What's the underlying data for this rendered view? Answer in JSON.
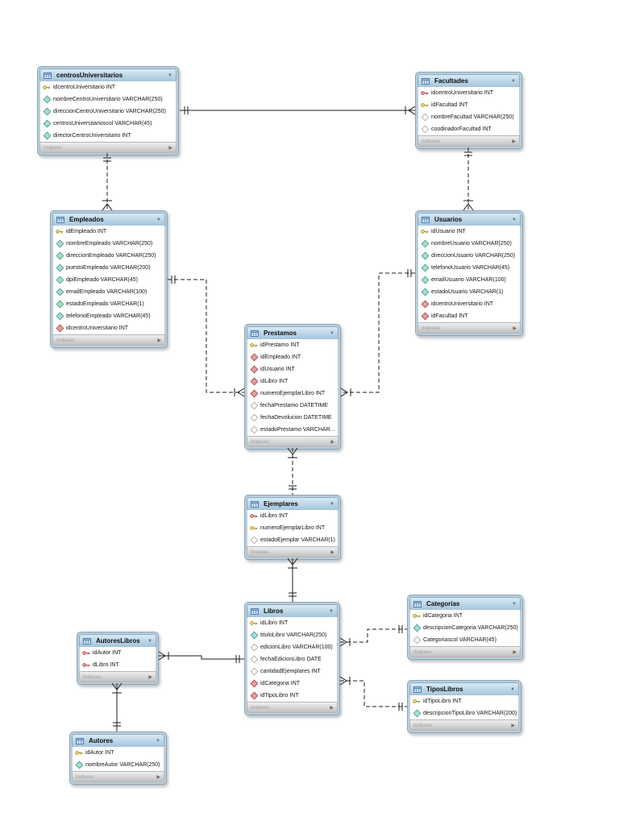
{
  "footer_label": "Indexes",
  "icons": {
    "collapse": "▼",
    "expand": "▶",
    "primary_key": "yellow-key",
    "foreign_primary_key": "red-key",
    "attribute": "teal-diamond",
    "nullable_attribute": "white-diamond",
    "foreign_key": "red-diamond"
  },
  "colors": {
    "table_header": "#a4c5dc",
    "table_frame": "#b9cfdd",
    "footer_gray": "#c0c0c0",
    "relationship_line": "#1c1c1c",
    "background": "#ffffff"
  },
  "tables": {
    "centrosUniversitarios": {
      "title": "centrosUniversitarios",
      "fields": [
        {
          "icon": "primary-key",
          "text": "idcentroUniversitario INT"
        },
        {
          "icon": "attribute",
          "text": "nombreCentroUniversitario VARCHAR(250)"
        },
        {
          "icon": "attribute",
          "text": "direccionCentroUniversitario VARCHAR(250)"
        },
        {
          "icon": "attribute",
          "text": "centrosUniversitarioscol VARCHAR(45)"
        },
        {
          "icon": "attribute",
          "text": "directorCentroUniversitario INT"
        }
      ]
    },
    "Facultades": {
      "title": "Facultades",
      "fields": [
        {
          "icon": "foreign-primary-key",
          "text": "idcentroUniversitario INT"
        },
        {
          "icon": "primary-key",
          "text": "idFacultad INT"
        },
        {
          "icon": "nullable-attribute",
          "text": "nombreFacultad VARCHAR(250)"
        },
        {
          "icon": "nullable-attribute",
          "text": "coodinadorFacultad INT"
        }
      ]
    },
    "Empleados": {
      "title": "Empleados",
      "fields": [
        {
          "icon": "primary-key",
          "text": "idEmpleado INT"
        },
        {
          "icon": "attribute",
          "text": "nombreEmpleado VARCHAR(250)"
        },
        {
          "icon": "attribute",
          "text": "direccionEmpleado VARCHAR(250)"
        },
        {
          "icon": "attribute",
          "text": "puestoEmpleado VARCHAR(200)"
        },
        {
          "icon": "attribute",
          "text": "dpiEmpleado VARCHAR(45)"
        },
        {
          "icon": "attribute",
          "text": "emailEmpleado VARCHAR(100)"
        },
        {
          "icon": "attribute",
          "text": "estadoEmpleado VARCHAR(1)"
        },
        {
          "icon": "attribute",
          "text": "telefonoEmpleado VARCHAR(45)"
        },
        {
          "icon": "foreign-key",
          "text": "idcentroUniversitario INT"
        }
      ]
    },
    "Usuarios": {
      "title": "Usuarios",
      "fields": [
        {
          "icon": "primary-key",
          "text": "idUsuario INT"
        },
        {
          "icon": "attribute",
          "text": "nombreUsuario VARCHAR(250)"
        },
        {
          "icon": "attribute",
          "text": "direccionUsuario VARCHAR(250)"
        },
        {
          "icon": "attribute",
          "text": "telefonoUsuario VARCHAR(45)"
        },
        {
          "icon": "attribute",
          "text": "emailUsuario VARCHAR(100)"
        },
        {
          "icon": "attribute",
          "text": "estadoUsuario VARCHAR(1)"
        },
        {
          "icon": "foreign-key",
          "text": "idcentroUniversitario INT"
        },
        {
          "icon": "foreign-key",
          "text": "idFacultad INT"
        }
      ]
    },
    "Prestamos": {
      "title": "Prestamos",
      "fields": [
        {
          "icon": "primary-key",
          "text": "idPrestamo INT"
        },
        {
          "icon": "foreign-key",
          "text": "idEmpleado INT"
        },
        {
          "icon": "foreign-key",
          "text": "idUsuario INT"
        },
        {
          "icon": "foreign-key",
          "text": "idLibro INT"
        },
        {
          "icon": "foreign-key",
          "text": "numeroEjemplarLibro INT"
        },
        {
          "icon": "nullable-attribute",
          "text": "fechaPrestamo DATETIME"
        },
        {
          "icon": "nullable-attribute",
          "text": "fechaDevolucion DATETIME"
        },
        {
          "icon": "nullable-attribute",
          "text": "estadoPrestamo VARCHAR..."
        }
      ]
    },
    "Ejemplares": {
      "title": "Ejemplares",
      "fields": [
        {
          "icon": "foreign-primary-key",
          "text": "idLibro INT"
        },
        {
          "icon": "primary-key",
          "text": "numeroEjemplarLibro INT"
        },
        {
          "icon": "nullable-attribute",
          "text": "estadoEjemplar VARCHAR(1)"
        }
      ]
    },
    "Libros": {
      "title": "Libros",
      "fields": [
        {
          "icon": "primary-key",
          "text": "idLibro INT"
        },
        {
          "icon": "attribute",
          "text": "tituloLibro VARCHAR(250)"
        },
        {
          "icon": "nullable-attribute",
          "text": "edicionLibro VARCHAR(100)"
        },
        {
          "icon": "nullable-attribute",
          "text": "fechaEdicionLibro DATE"
        },
        {
          "icon": "nullable-attribute",
          "text": "cantidadEjemplares INT"
        },
        {
          "icon": "foreign-key",
          "text": "idCategoria INT"
        },
        {
          "icon": "foreign-key",
          "text": "idTipoLibro INT"
        }
      ]
    },
    "Categorias": {
      "title": "Categorias",
      "fields": [
        {
          "icon": "primary-key",
          "text": "idCategoria INT"
        },
        {
          "icon": "attribute",
          "text": "descripcionCategoria VARCHAR(250)"
        },
        {
          "icon": "nullable-attribute",
          "text": "Categoriascol VARCHAR(45)"
        }
      ]
    },
    "TiposLibros": {
      "title": "TiposLibros",
      "fields": [
        {
          "icon": "primary-key",
          "text": "idTipoLibro INT"
        },
        {
          "icon": "attribute",
          "text": "descripcionTipoLibro VARCHAR(200)"
        }
      ]
    },
    "AutoresLibros": {
      "title": "AutoresLibros",
      "fields": [
        {
          "icon": "foreign-primary-key",
          "text": "idAutor INT"
        },
        {
          "icon": "foreign-primary-key",
          "text": "dLibro INT"
        }
      ]
    },
    "Autores": {
      "title": "Autores",
      "fields": [
        {
          "icon": "primary-key",
          "text": "idAutor INT"
        },
        {
          "icon": "attribute",
          "text": "nombreAutor VARCHAR(250)"
        }
      ]
    }
  },
  "relationships": [
    {
      "from": "centrosUniversitarios",
      "to": "Facultades",
      "type": "identifying",
      "from_cardinality": "1",
      "to_cardinality": "many",
      "line": "solid"
    },
    {
      "from": "centrosUniversitarios",
      "to": "Empleados",
      "type": "non-identifying",
      "from_cardinality": "1",
      "to_cardinality": "many",
      "line": "dashed"
    },
    {
      "from": "Facultades",
      "to": "Usuarios",
      "type": "non-identifying",
      "from_cardinality": "1",
      "to_cardinality": "many",
      "line": "dashed"
    },
    {
      "from": "Empleados",
      "to": "Prestamos",
      "type": "non-identifying",
      "from_cardinality": "1",
      "to_cardinality": "many",
      "line": "dashed"
    },
    {
      "from": "Usuarios",
      "to": "Prestamos",
      "type": "non-identifying",
      "from_cardinality": "1",
      "to_cardinality": "many",
      "line": "dashed"
    },
    {
      "from": "Ejemplares",
      "to": "Prestamos",
      "type": "non-identifying",
      "from_cardinality": "1",
      "to_cardinality": "many",
      "line": "dashed"
    },
    {
      "from": "Libros",
      "to": "Ejemplares",
      "type": "identifying",
      "from_cardinality": "1",
      "to_cardinality": "many",
      "line": "solid"
    },
    {
      "from": "Categorias",
      "to": "Libros",
      "type": "non-identifying",
      "from_cardinality": "1",
      "to_cardinality": "many",
      "line": "dashed"
    },
    {
      "from": "TiposLibros",
      "to": "Libros",
      "type": "non-identifying",
      "from_cardinality": "1",
      "to_cardinality": "many",
      "line": "dashed"
    },
    {
      "from": "Libros",
      "to": "AutoresLibros",
      "type": "identifying",
      "from_cardinality": "1",
      "to_cardinality": "many",
      "line": "solid"
    },
    {
      "from": "Autores",
      "to": "AutoresLibros",
      "type": "identifying",
      "from_cardinality": "1",
      "to_cardinality": "many",
      "line": "solid"
    }
  ]
}
